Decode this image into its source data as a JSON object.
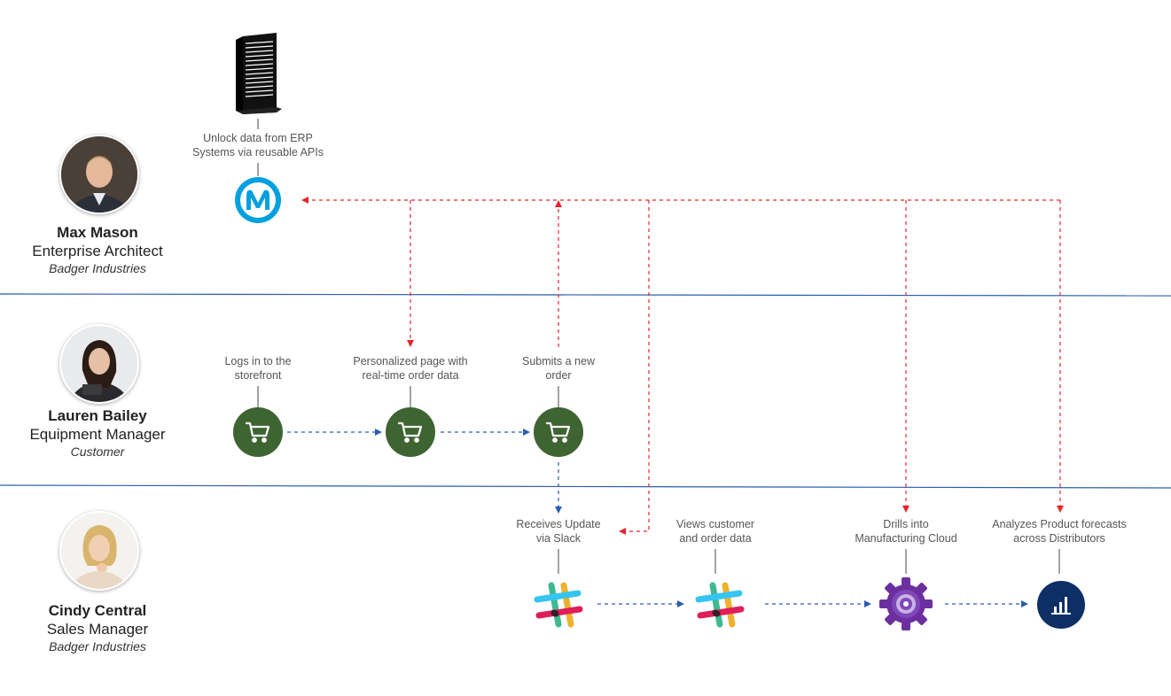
{
  "personas": [
    {
      "name": "Max Mason",
      "role": "Enterprise Architect",
      "org": "Badger Industries"
    },
    {
      "name": "Lauren Bailey",
      "role": "Equipment Manager",
      "org": "Customer"
    },
    {
      "name": "Cindy Central",
      "role": "Sales Manager",
      "org": "Badger Industries"
    }
  ],
  "steps": {
    "erp": {
      "line1": "Unlock data from ERP",
      "line2": "Systems via reusable APIs",
      "icon": "server-tower-icon"
    },
    "mulesoft": {
      "icon": "mulesoft-icon",
      "color": "#00a0df"
    },
    "login": {
      "line1": "Logs in to the",
      "line2": "storefront",
      "icon": "shopping-cart-icon"
    },
    "personalized": {
      "line1": "Personalized page with",
      "line2": "real-time order data",
      "icon": "shopping-cart-icon"
    },
    "submit": {
      "line1": "Submits a new",
      "line2": "order",
      "icon": "shopping-cart-icon"
    },
    "slack_update": {
      "line1": "Receives Update",
      "line2": "via Slack",
      "icon": "slack-icon"
    },
    "views": {
      "line1": "Views customer",
      "line2": "and order data",
      "icon": "slack-icon"
    },
    "drills": {
      "line1": "Drills into",
      "line2": "Manufacturing Cloud",
      "icon": "gear-icon"
    },
    "analyzes": {
      "line1": "Analyzes Product forecasts",
      "line2": "across Distributors",
      "icon": "bar-chart-icon"
    }
  },
  "colors": {
    "lane_divider": "#2a5db0",
    "cart_green": "#3e6432",
    "flow_blue": "#2a5db0",
    "api_red": "#e8242a",
    "gear_purple": "#6b2fa0",
    "chart_navy": "#0d2f66"
  }
}
